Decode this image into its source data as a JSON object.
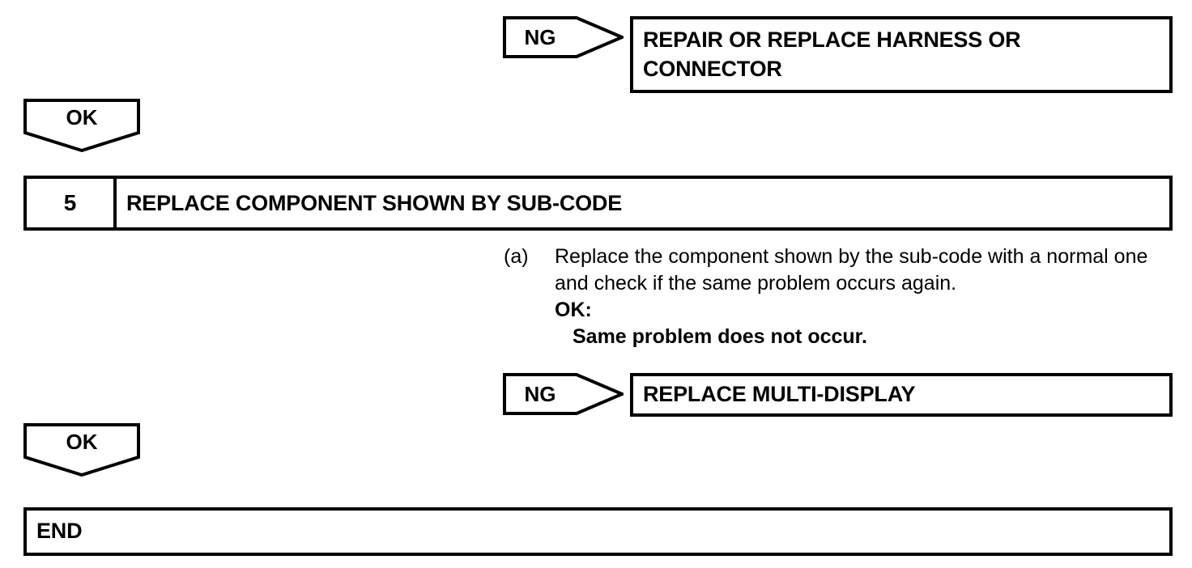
{
  "flowchart": {
    "nodes": {
      "ng_repair_branch": {
        "label": "NG",
        "target_text": "REPAIR OR REPLACE HARNESS OR\nCONNECTOR"
      },
      "ok_to_step5": {
        "label": "OK"
      },
      "step5": {
        "number": "5",
        "title": "REPLACE COMPONENT SHOWN BY SUB-CODE"
      },
      "step5_procedure": {
        "marker": "(a)",
        "text": "Replace the component shown by the sub-code with a normal one and check if the same problem occurs again.",
        "result_label": "OK:",
        "result_value": "Same problem does not occur."
      },
      "ng_replace_branch": {
        "label": "NG",
        "target_text": "REPLACE MULTI-DISPLAY"
      },
      "ok_to_end": {
        "label": "OK"
      },
      "end": {
        "label": "END"
      }
    },
    "colors": {
      "stroke": "#000000",
      "background": "#ffffff"
    }
  }
}
